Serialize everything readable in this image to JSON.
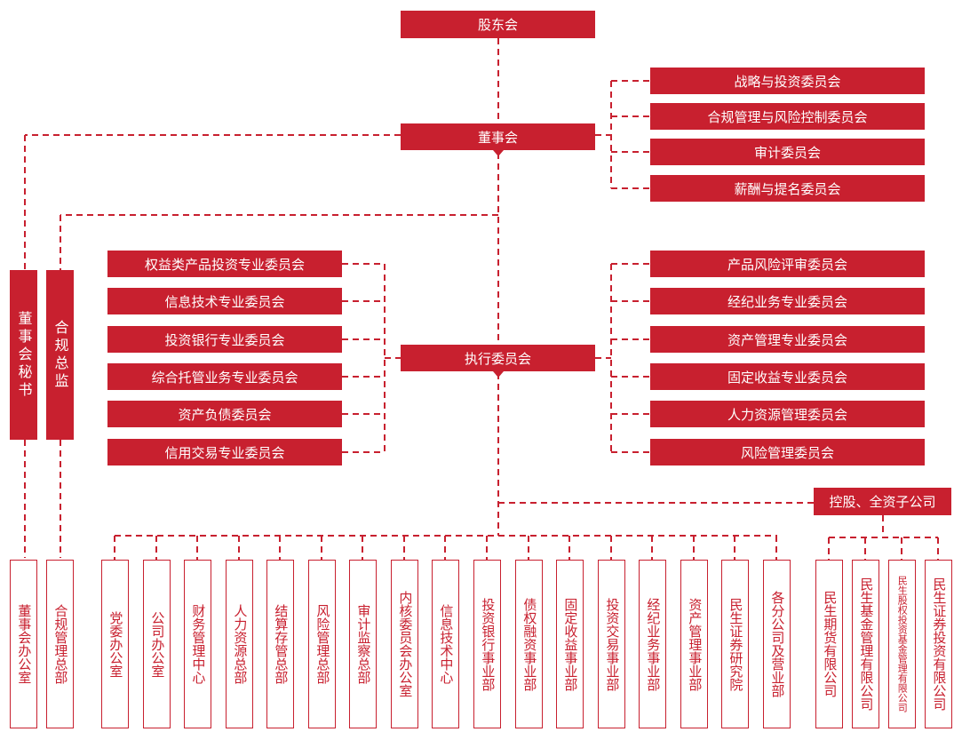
{
  "top": {
    "shareholders": "股东会",
    "board": "董事会",
    "executive": "执行委员会",
    "subsidiaries_header": "控股、全资子公司"
  },
  "side": {
    "board_secretary": "董事会秘书",
    "compliance_director": "合规总监"
  },
  "board_committees": [
    "战略与投资委员会",
    "合规管理与风险控制委员会",
    "审计委员会",
    "薪酬与提名委员会"
  ],
  "exec_left_committees": [
    "权益类产品投资专业委员会",
    "信息技术专业委员会",
    "投资银行专业委员会",
    "综合托管业务专业委员会",
    "资产负债委员会",
    "信用交易专业委员会"
  ],
  "exec_right_committees": [
    "产品风险评审委员会",
    "经纪业务专业委员会",
    "资产管理专业委员会",
    "固定收益专业委员会",
    "人力资源管理委员会",
    "风险管理委员会"
  ],
  "side_offices": [
    "董事会办公室",
    "合规管理总部"
  ],
  "departments": [
    "党委办公室",
    "公司办公室",
    "财务管理中心",
    "人力资源总部",
    "结算存管总部",
    "风险管理总部",
    "审计监察总部",
    "内核委员会办公室",
    "信息技术中心",
    "投资银行事业部",
    "债权融资事业部",
    "固定收益事业部",
    "投资交易事业部",
    "经纪业务事业部",
    "资产管理事业部",
    "民生证券研究院",
    "各分公司及营业部"
  ],
  "subsidiaries": [
    "民生期货有限公司",
    "民生基金管理有限公司",
    "民生股权投资基金管理有限公司",
    "民生证券投资有限公司"
  ],
  "colors": {
    "accent": "#c8202f",
    "background": "#ffffff"
  }
}
